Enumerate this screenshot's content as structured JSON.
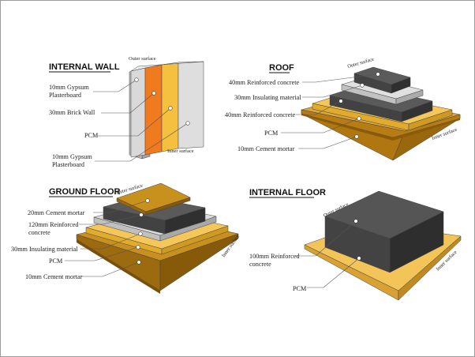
{
  "internal_wall": {
    "title": "INTERNAL WALL",
    "outer_surface": "Outer surface",
    "inner_surface": "Inner surface",
    "labels": [
      "10mm Gypsum",
      "Plasterboard",
      "30mm Brick Wall",
      "PCM",
      "10mm Gypsum",
      "Plasterboard"
    ]
  },
  "roof": {
    "title": "ROOF",
    "outer_surface": "Outer surface",
    "inner_surface": "Inner surface",
    "labels": [
      "40mm Reinforced concrete",
      "30mm Insulating material",
      "40mm Reinforced concrete",
      "PCM",
      "10mm Cement mortar"
    ]
  },
  "ground_floor": {
    "title": "GROUND FLOOR",
    "outer_surface": "Outer surface",
    "inner_surface": "Inner surface",
    "labels": [
      "20mm Cement mortar",
      "120mm Reinforced",
      "concrete",
      "30mm Insulating material",
      "PCM",
      "10mm Cement mortar"
    ]
  },
  "internal_floor": {
    "title": "INTERNAL FLOOR",
    "outer_surface": "Outer surface",
    "inner_surface": "Inner surface",
    "labels": [
      "100mm Reinforced",
      "concrete",
      "PCM"
    ]
  },
  "colors": {
    "concrete_dark": "#4a4a4a",
    "insulation": "#cfcfcf",
    "pcm": "#f2c04e",
    "mortar": "#c8901c",
    "gypsum": "#d6d6d6",
    "brick": "#f07a1e"
  }
}
